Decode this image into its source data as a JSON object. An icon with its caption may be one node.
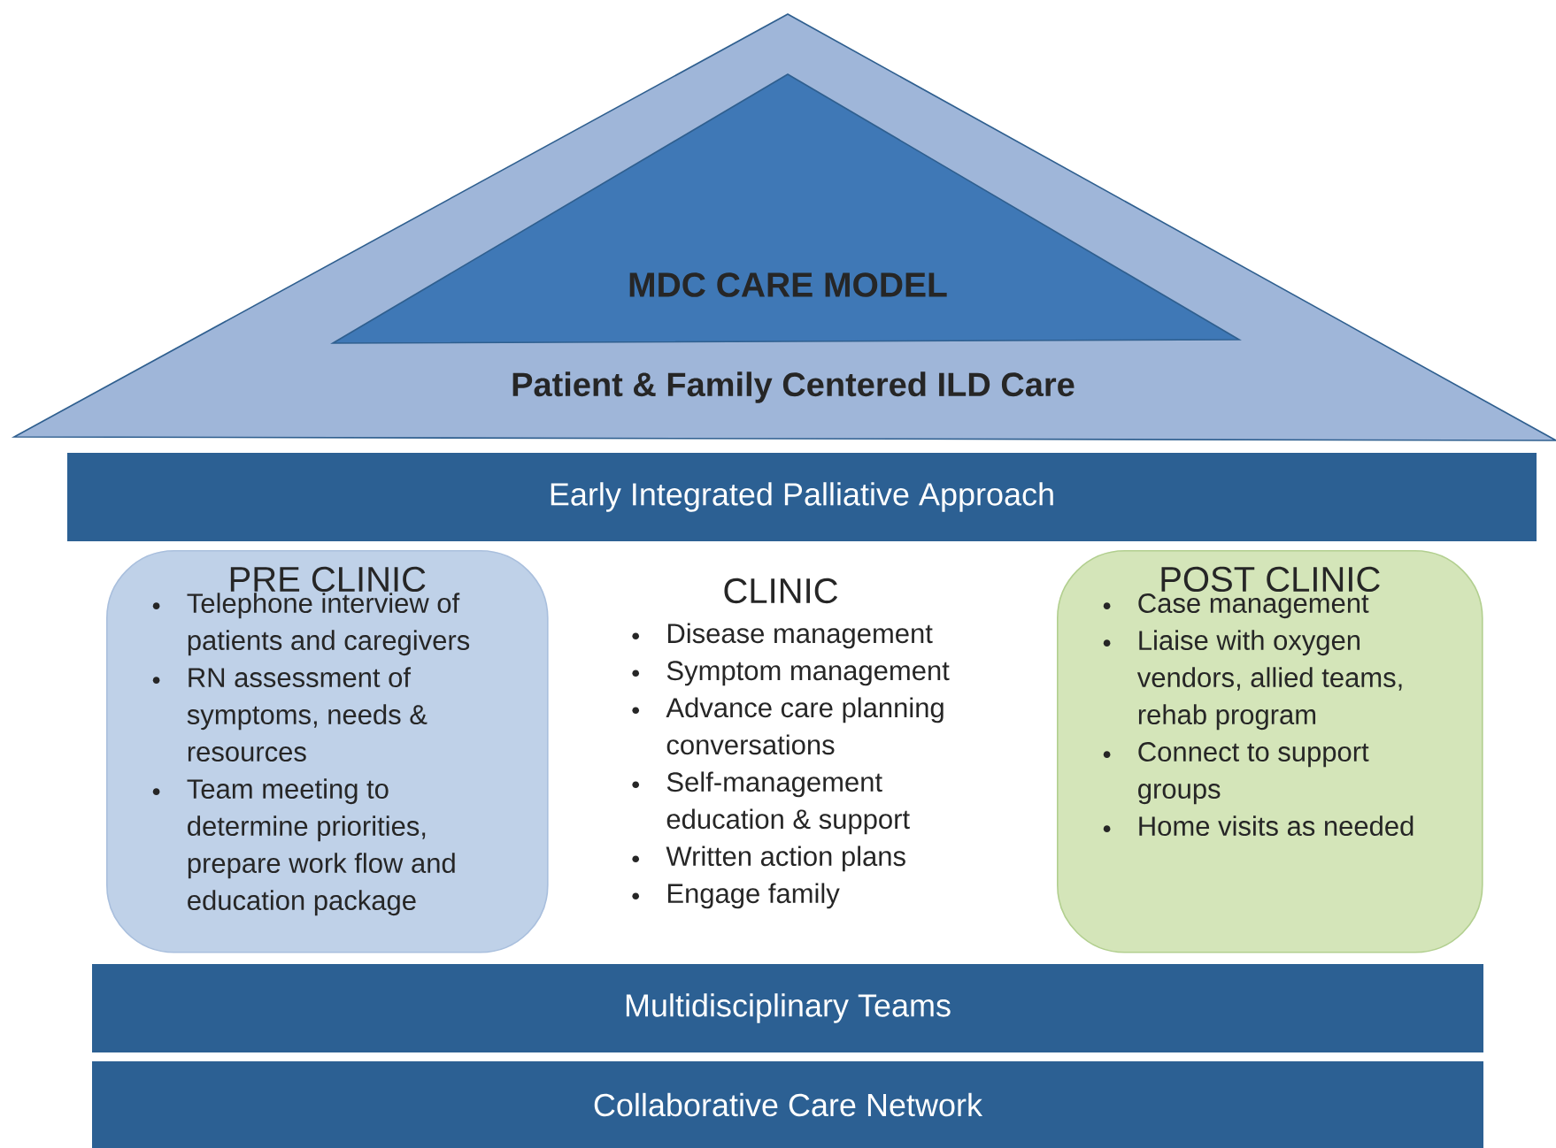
{
  "diagram": {
    "nodes": [
      {
        "text": [
          "Patient & Family Centered ILD Care"
        ]
      },
      {
        "text": [
          "MDC CARE MODEL"
        ],
        "in": 0
      },
      {
        "text": [
          "Early Integrated Palliative Approach"
        ]
      },
      {
        "text": [
          "PRE CLINIC",
          "Telephone interview of patients and caregivers",
          "RN assessment of symptoms, needs & resources",
          "Team meeting to determine priorities, prepare work flow and education package"
        ]
      },
      {
        "text": [
          "POST CLINIC",
          "Case management",
          "Liaise with oxygen vendors, allied teams, rehab program",
          "Connect to support groups",
          "Home visits as needed"
        ]
      },
      {
        "text": [
          "Multidisciplinary Teams"
        ]
      },
      {
        "text": [
          "Collaborative Care Network"
        ]
      }
    ],
    "labels": [
      "CLINIC",
      "Disease management",
      "Symptom management",
      "Advance care planning conversations",
      "Self-management education & support",
      "Written action plans",
      "Engage family"
    ]
  }
}
